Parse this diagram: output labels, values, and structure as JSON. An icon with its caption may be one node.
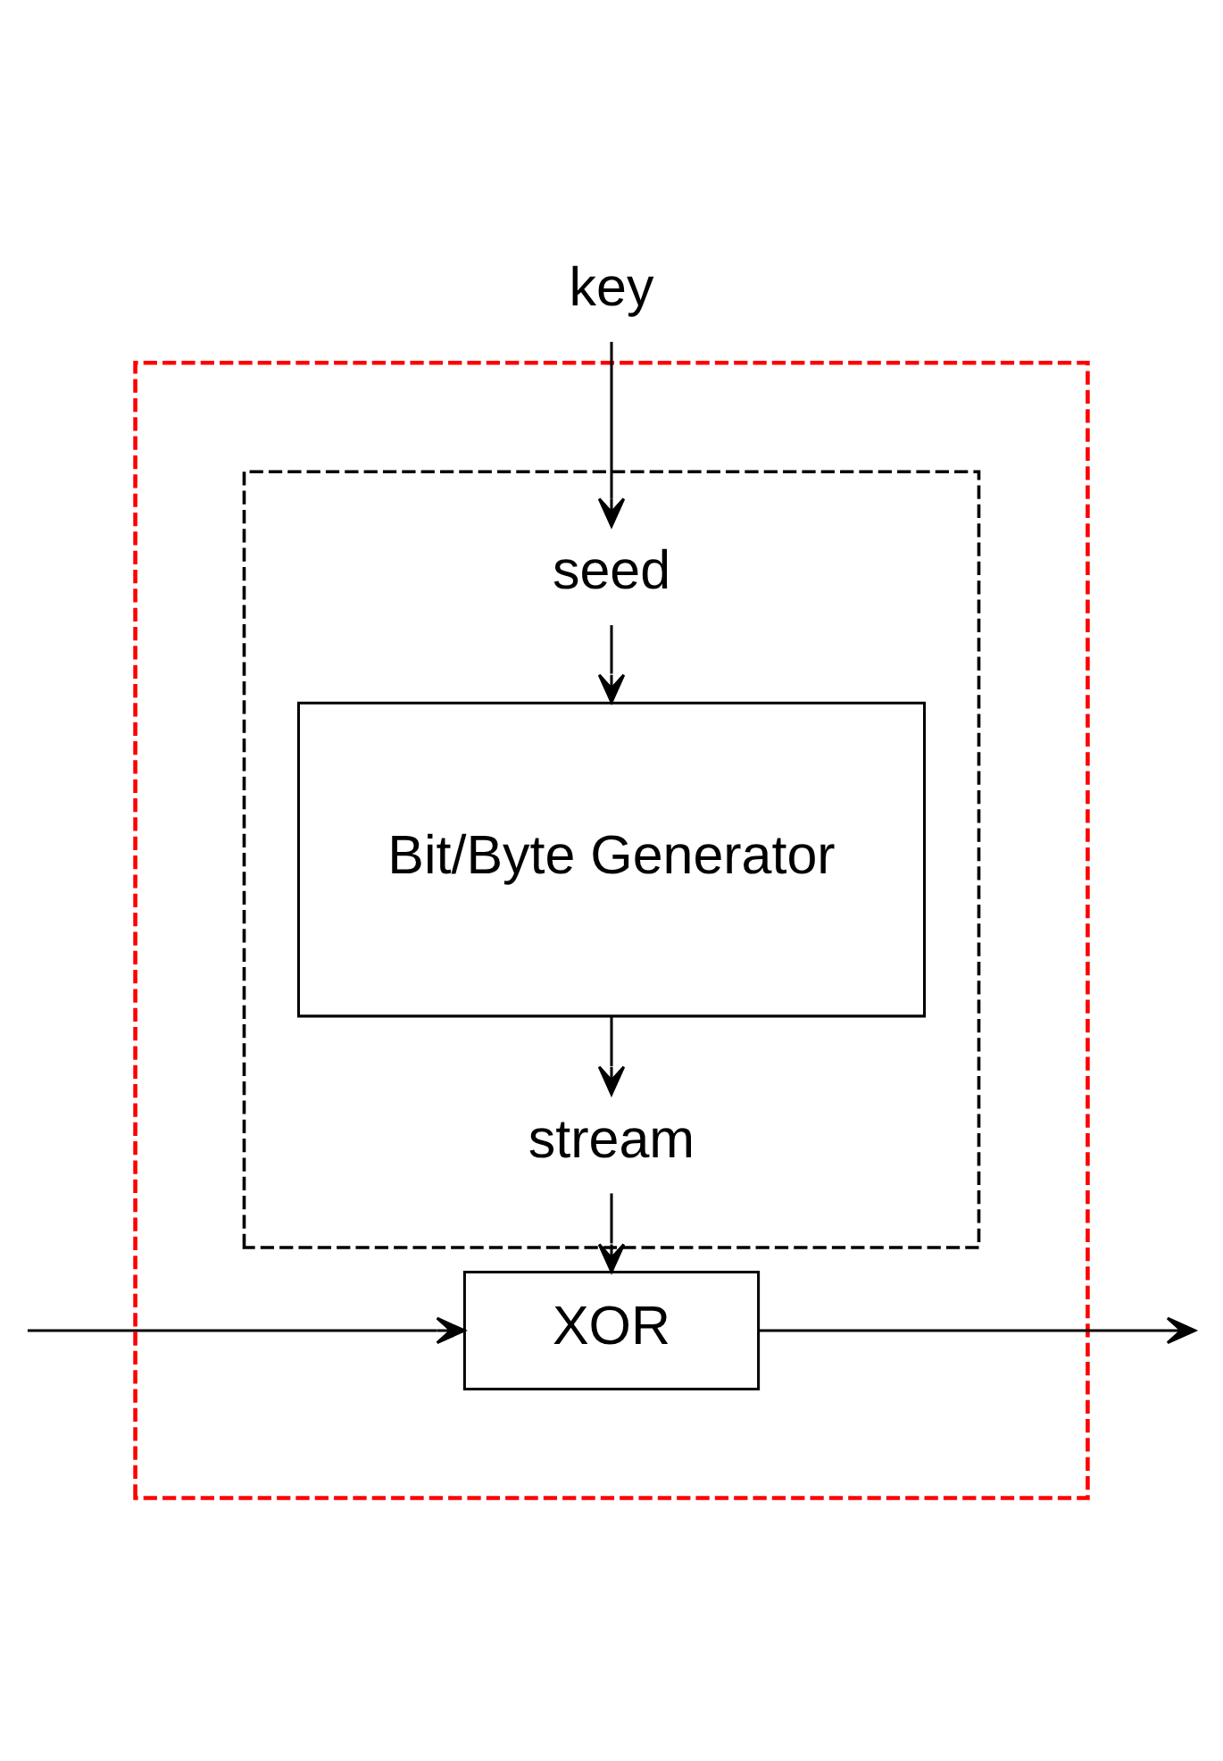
{
  "diagram": {
    "nodes": [
      {
        "text": [],
        "shape": "box"
      },
      {
        "text": [],
        "shape": "box",
        "in": 0
      },
      {
        "text": [
          "key"
        ]
      },
      {
        "text": [
          "seed"
        ],
        "in": 1
      },
      {
        "text": [
          "Bit/Byte Generator"
        ],
        "in": 1
      },
      {
        "text": [
          "stream"
        ],
        "in": 1
      },
      {
        "text": [
          "XOR"
        ],
        "in": 0
      }
    ],
    "edges": [
      {
        "from": 2,
        "to": 3,
        "arrow": "to"
      },
      {
        "from": 3,
        "to": 4,
        "arrow": "to"
      },
      {
        "from": 4,
        "to": 5,
        "arrow": "to"
      },
      {
        "from": 5,
        "to": 6,
        "arrow": "to"
      },
      {
        "from": null,
        "to": 6,
        "arrow": "to"
      },
      {
        "from": 6,
        "to": null,
        "arrow": "to"
      }
    ]
  }
}
